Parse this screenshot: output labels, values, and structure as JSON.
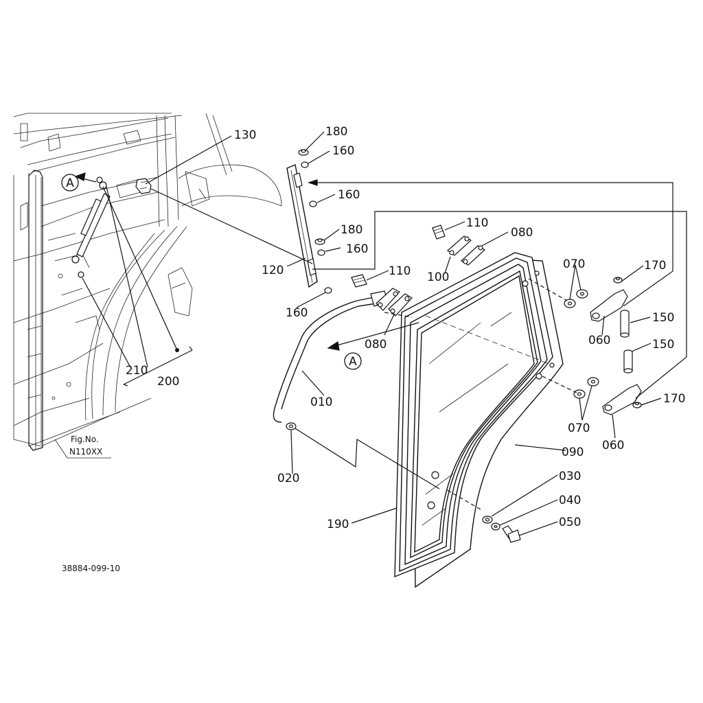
{
  "callouts": {
    "p130": "130",
    "p180a": "180",
    "p160a": "160",
    "p160b": "160",
    "p180b": "180",
    "p160c": "160",
    "p120": "120",
    "p160d": "160",
    "p110a": "110",
    "p080a": "080",
    "p100": "100",
    "p110b": "110",
    "p080b": "080",
    "p070a": "070",
    "p170a": "170",
    "p150a": "150",
    "p060a": "060",
    "p150b": "150",
    "p070b": "070",
    "p170b": "170",
    "p060b": "060",
    "p010": "010",
    "p020": "020",
    "p090": "090",
    "p030": "030",
    "p040": "040",
    "p050": "050",
    "p190": "190",
    "p210": "210",
    "p200": "200"
  },
  "ref_markers": {
    "a1": "A",
    "a2": "A"
  },
  "fig_ref": {
    "label": "Fig.No.",
    "number": "N110XX"
  },
  "drawing_id": "38884-099-10"
}
